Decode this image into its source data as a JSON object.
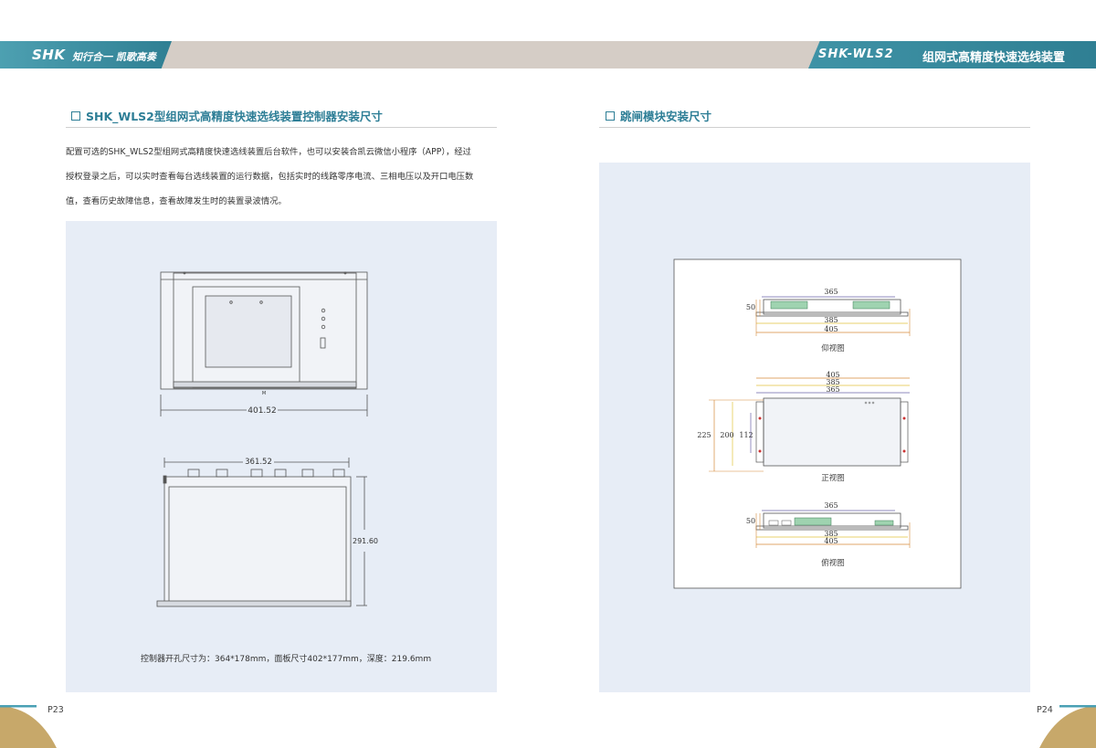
{
  "header": {
    "logo": "SHK",
    "slogan": "知行合一 凯歌高奏",
    "model": "SHK-WLS2",
    "device_title": "组网式高精度快速选线装置"
  },
  "left_page": {
    "section_title": "SHK_WLS2型组网式高精度快速选线装置控制器安装尺寸",
    "body_lines": [
      "配置可选的SHK_WLS2型组网式高精度快速选线装置后台软件，也可以安装合凯云微信小程序（APP），经过",
      "授权登录之后，可以实时查看每台选线装置的运行数据，包括实时的线路零序电流、三相电压以及开口电压数",
      "值，查看历史故障信息，查看故障发生时的装置录波情况。"
    ],
    "drawing": {
      "front_mark": "M",
      "front_width": "401.52",
      "top_width": "361.52",
      "top_depth": "291.60"
    },
    "caption": "控制器开孔尺寸为：364*178mm，面板尺寸402*177mm，深度：219.6mm",
    "page_number": "P23"
  },
  "right_page": {
    "section_title": "跳闸模块安装尺寸",
    "views": {
      "bottom": {
        "dim_365": "365",
        "dim_385": "385",
        "dim_405": "405",
        "dim_50": "50",
        "label": "仰视图"
      },
      "front": {
        "dim_405": "405",
        "dim_385": "385",
        "dim_365": "365",
        "dim_225": "225",
        "dim_200": "200",
        "dim_112": "112",
        "label": "正视图"
      },
      "top": {
        "dim_365": "365",
        "dim_385": "385",
        "dim_405": "405",
        "dim_50": "50",
        "label": "俯视图"
      }
    },
    "page_number": "P24"
  },
  "colors": {
    "accent": "#2d7e96",
    "band": "#d5cdc6",
    "panel": "#e7edf6",
    "corner_gold": "#c7a86a",
    "corner_teal": "#4aa0b4",
    "dim_orange": "#d68a3a",
    "dim_yellow": "#e0c23c",
    "dim_purple": "#6a60a8"
  }
}
